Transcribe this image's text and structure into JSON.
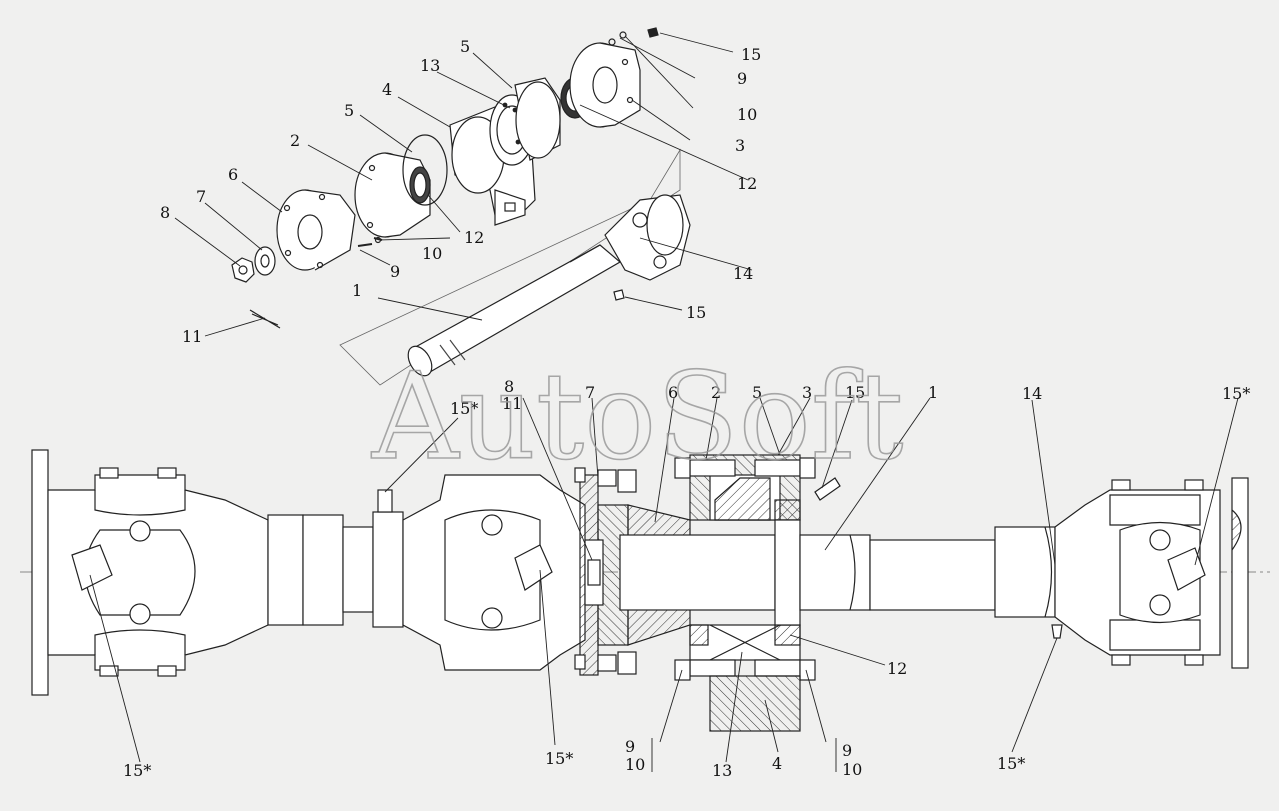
{
  "watermark": "AutoSoft",
  "exploded_labels": {
    "l1": "1",
    "l2": "2",
    "l3": "3",
    "l4": "4",
    "l5a": "5",
    "l5b": "5",
    "l6": "6",
    "l7": "7",
    "l8": "8",
    "l9a": "9",
    "l9b": "9",
    "l10a": "10",
    "l10b": "10",
    "l11": "11",
    "l12a": "12",
    "l12b": "12",
    "l13": "13",
    "l14": "14",
    "l15a": "15",
    "l15b": "15"
  },
  "assembly_labels": {
    "l8": "8",
    "l11": "11",
    "l7": "7",
    "l6": "6",
    "l2": "2",
    "l5": "5",
    "l3": "3",
    "l15": "15",
    "l1": "1",
    "l14": "14",
    "l15s_top_left": "15*",
    "l15s_top_right": "15*",
    "l15s_bot_left": "15*",
    "l15s_bot_mid": "15*",
    "l15s_bot_right": "15*",
    "l12": "12",
    "l13": "13",
    "l4": "4",
    "l9_left": "9",
    "l10_left": "10",
    "l9_right": "9",
    "l10_right": "10"
  }
}
